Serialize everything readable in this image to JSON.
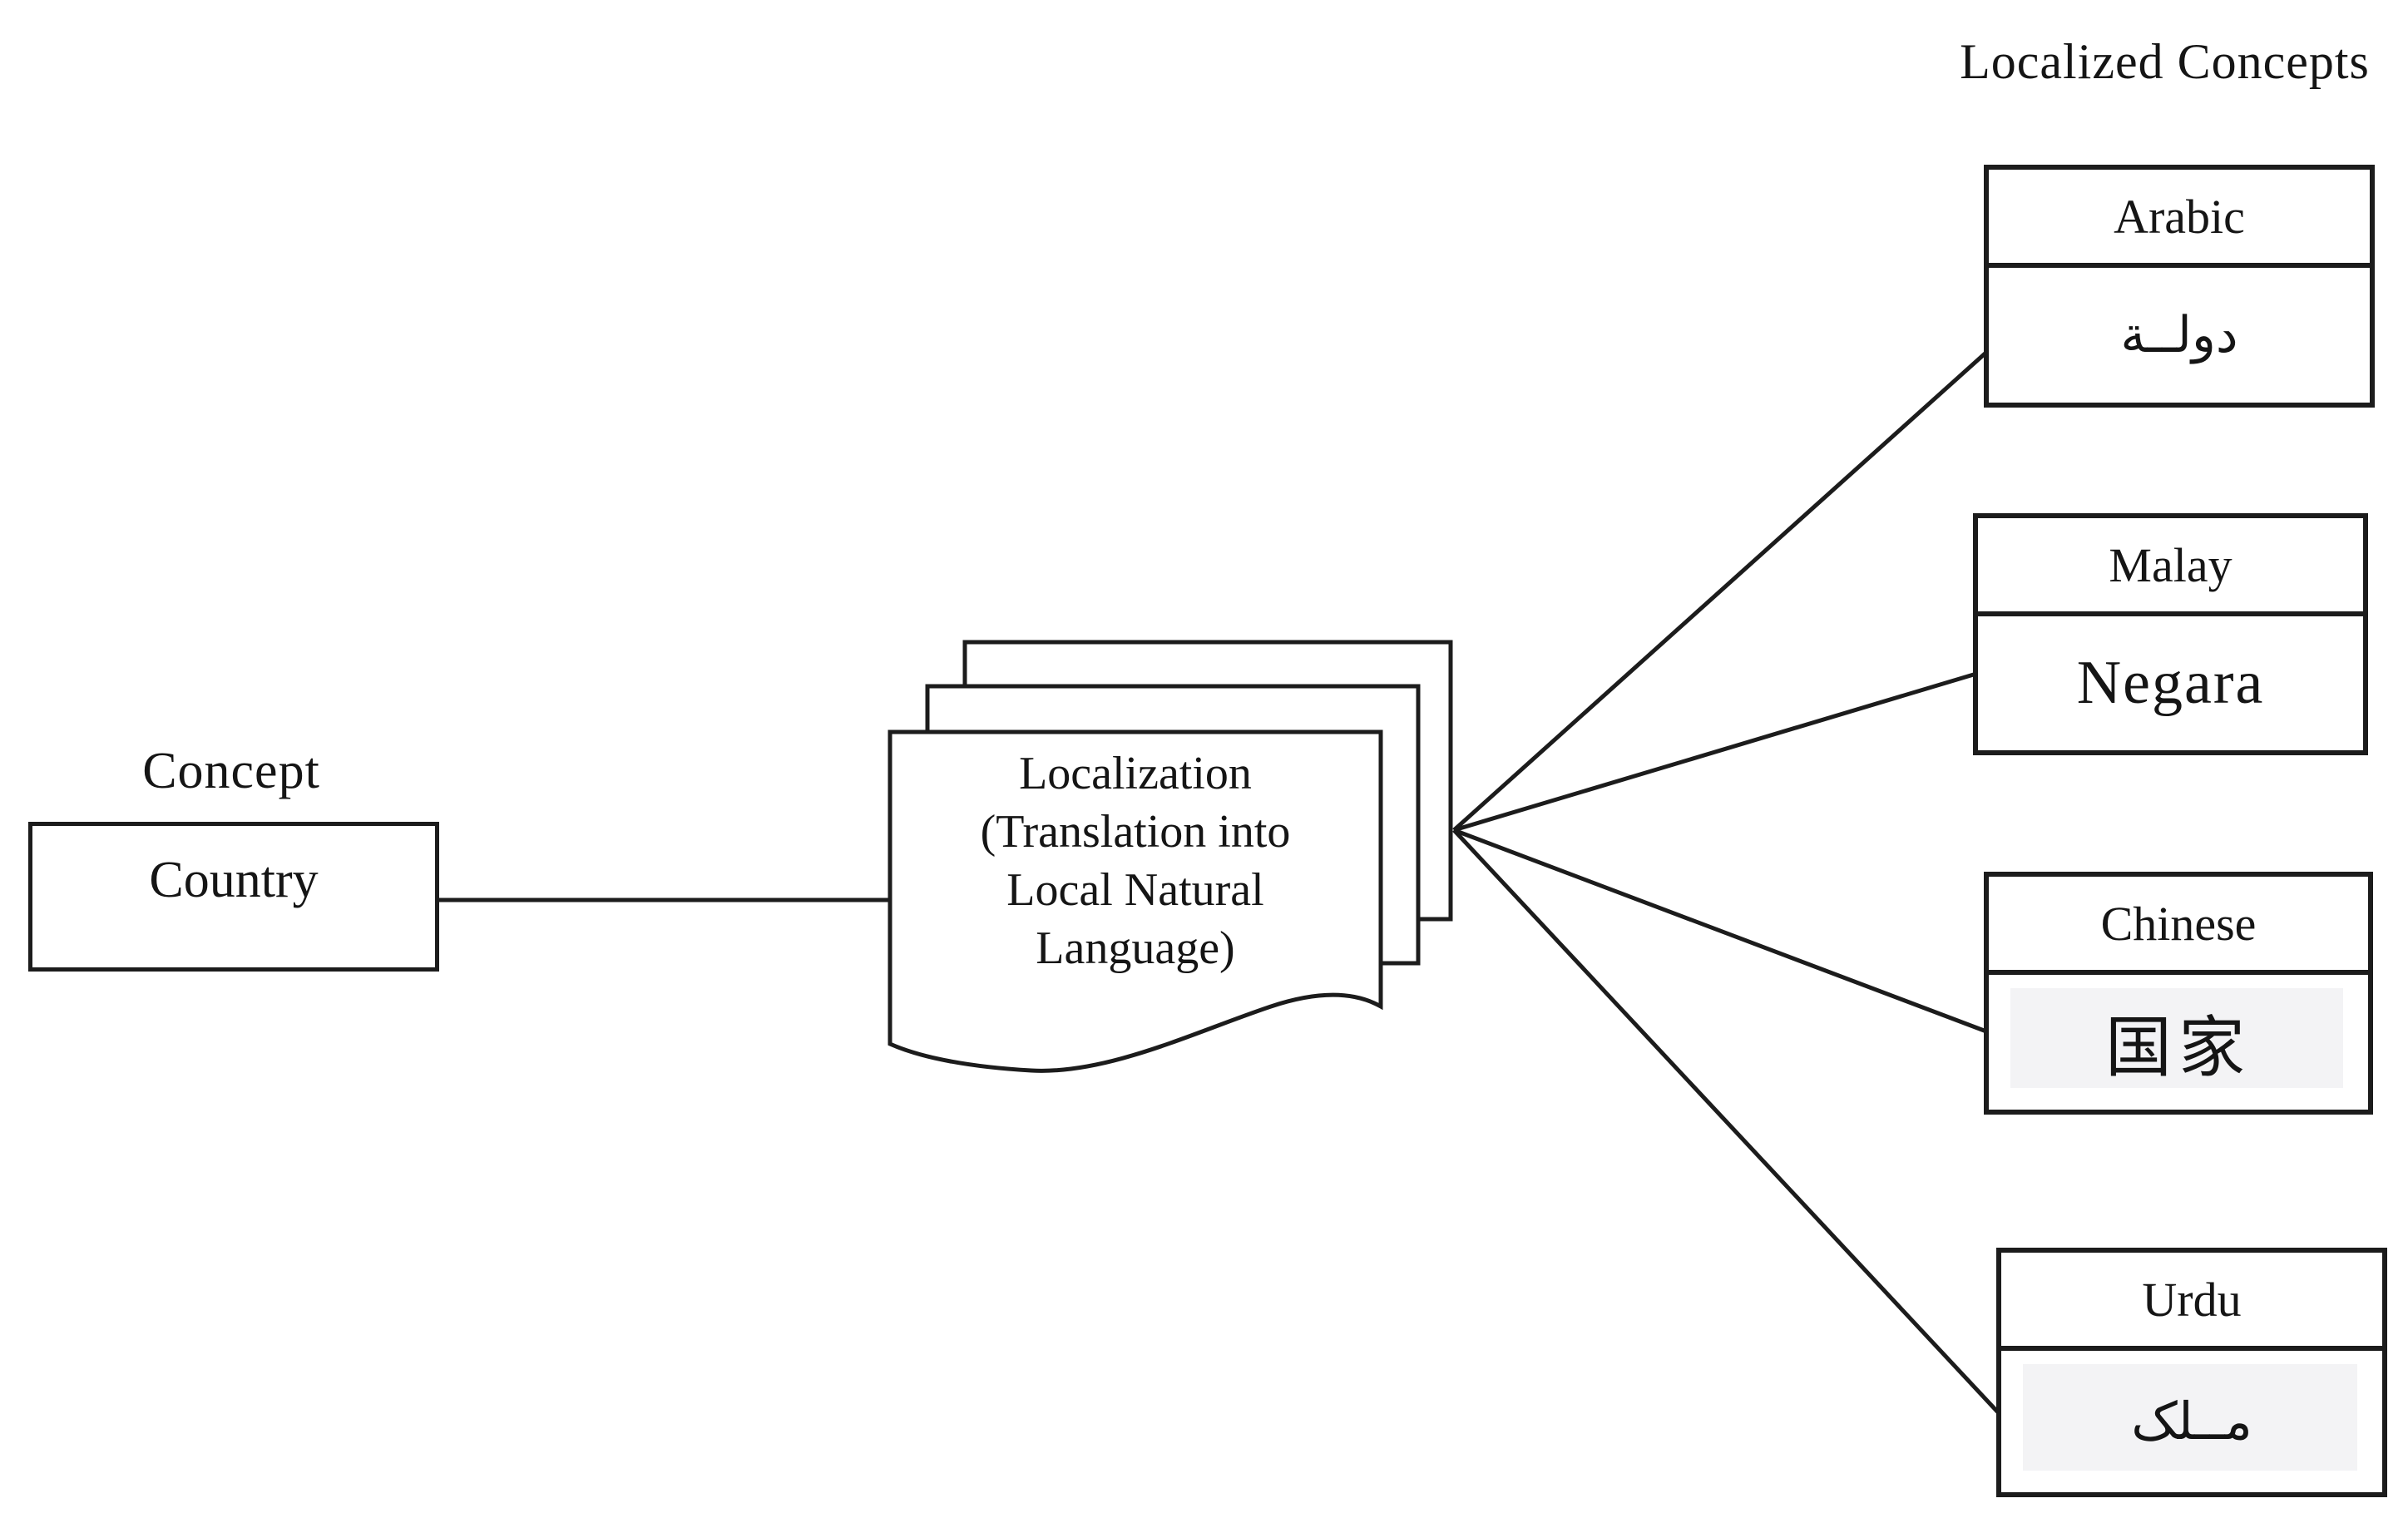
{
  "diagram": {
    "concept": {
      "section_label": "Concept",
      "term": "Country"
    },
    "process": {
      "label": "Localization (Translation into Local Natural Language)",
      "lines": [
        "Localization",
        "(Translation into",
        "Local Natural",
        "Language)"
      ]
    },
    "localized": {
      "section_label": "Localized Concepts",
      "boxes": [
        {
          "language": "Arabic",
          "translation": "دولــة"
        },
        {
          "language": "Malay",
          "translation": "Negara"
        },
        {
          "language": "Chinese",
          "translation": "国家"
        },
        {
          "language": "Urdu",
          "translation": "مــلک"
        }
      ]
    },
    "colors": {
      "stroke": "#1c1c1c",
      "text": "#151515",
      "cell_shade": "#f3f3f5",
      "background": "#ffffff"
    }
  }
}
